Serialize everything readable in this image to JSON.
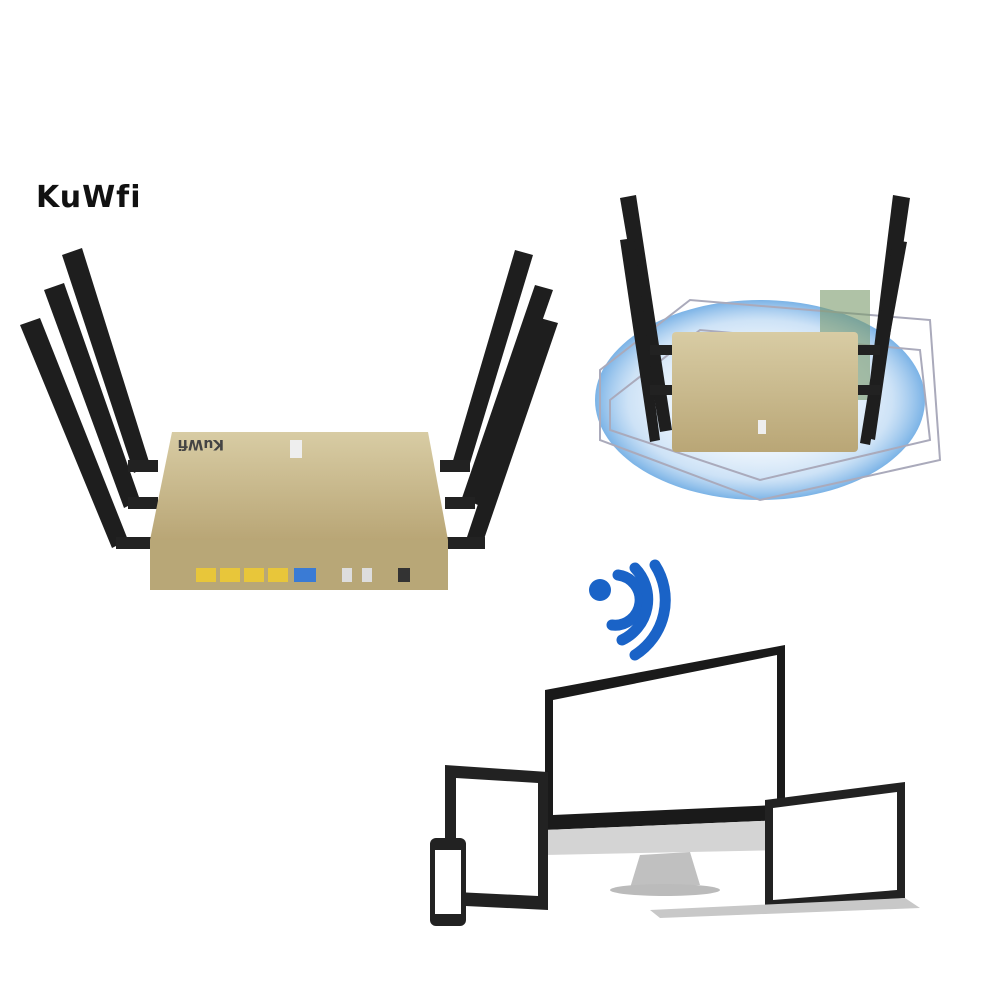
{
  "brand": {
    "logo_text": "KuWfi"
  },
  "colors": {
    "router_gold": "#c8b88a",
    "antenna": "#1e1e1e",
    "port_yellow": "#e8c63a",
    "port_blue": "#3a7bd5",
    "wifi_blue": "#1a63c7"
  },
  "icons": [
    "router-photo",
    "router-coverage-illustration",
    "wifi-signal-icon",
    "monitor-device",
    "tablet-device",
    "phone-device",
    "laptop-device"
  ]
}
